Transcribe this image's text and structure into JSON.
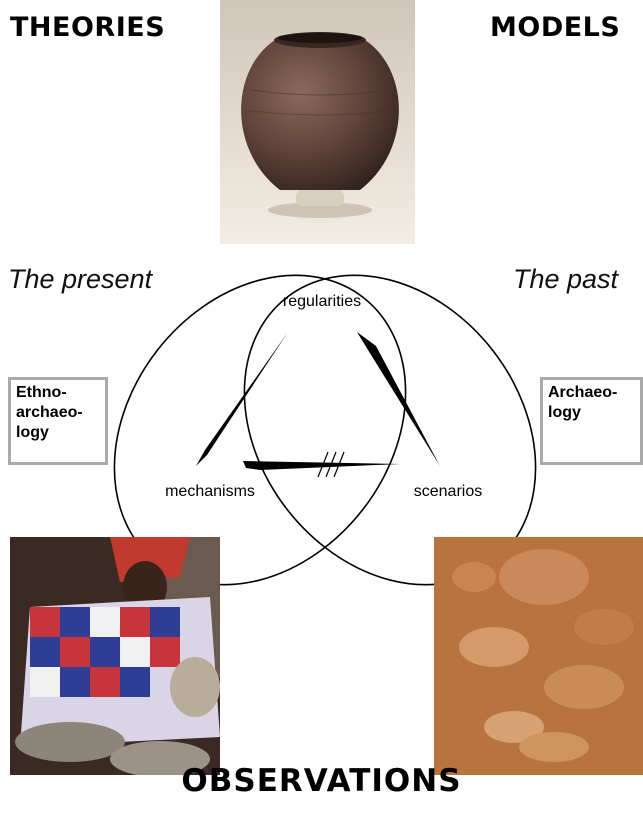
{
  "corners": {
    "theories": "THEORIES",
    "models": "MODELS",
    "observations": "OBSERVATIONS"
  },
  "eras": {
    "present": "The present",
    "past": "The past"
  },
  "boxes": {
    "ethno": "Ethno-\narchaeo-\nlogy",
    "archaeo": "Archaeo-\nlogy"
  },
  "nodes": {
    "regularities": "regularities",
    "mechanisms": "mechanisms",
    "scenarios": "scenarios"
  },
  "images": {
    "pot": "clay-pot-photo",
    "potter": "potter-woman-photo",
    "sherds": "excavated-sherds-photo"
  }
}
